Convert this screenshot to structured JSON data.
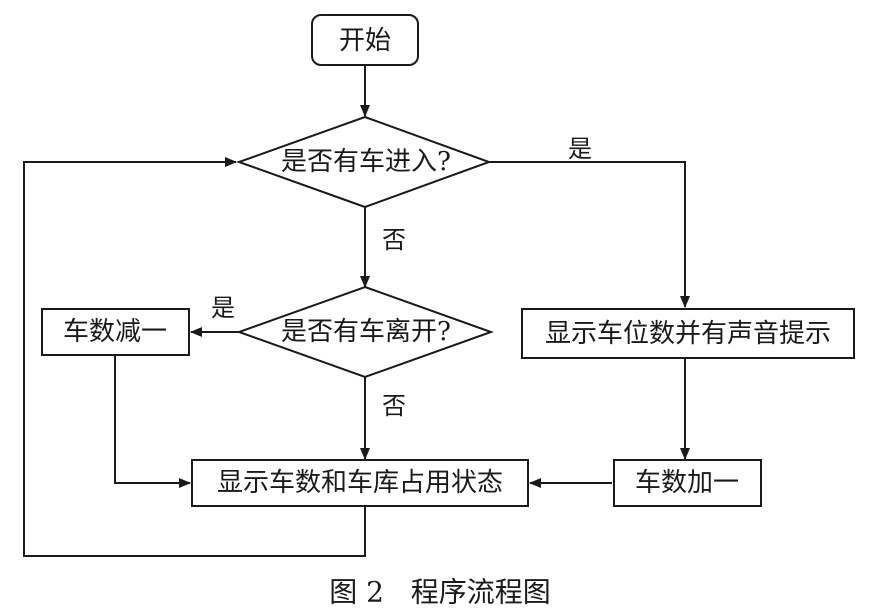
{
  "flowchart": {
    "nodes": {
      "start": "开始",
      "decision_enter": "是否有车进入?",
      "decision_leave": "是否有车离开?",
      "decrement": "车数减一",
      "show_count_sound": "显示车位数并有声音提示",
      "show_status": "显示车数和车库占用状态",
      "increment": "车数加一"
    },
    "edge_labels": {
      "enter_yes": "是",
      "enter_no": "否",
      "leave_yes": "是",
      "leave_no": "否"
    }
  },
  "caption": "图 2   程序流程图"
}
